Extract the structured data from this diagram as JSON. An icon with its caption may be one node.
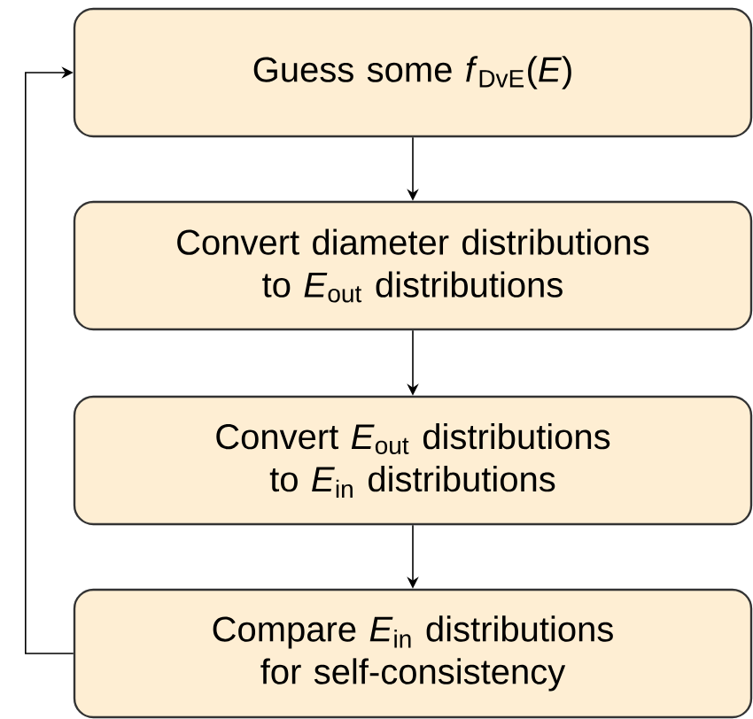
{
  "diagram": {
    "nodes": [
      {
        "text": [
          "Guess some *f*$_{DvE}$(*E*)"
        ]
      },
      {
        "text": [
          "Convert diameter distributions to *E*$_{out}$ distributions"
        ]
      },
      {
        "text": [
          "Convert *E*$_{out}$ distributions to *E*$_{in}$ distributions"
        ]
      },
      {
        "text": [
          "Compare *E*$_{in}$ distributions for self-consistency"
        ]
      }
    ],
    "edges": [
      {
        "from": 0,
        "to": 1,
        "arrow": "to"
      },
      {
        "from": 1,
        "to": 2,
        "arrow": "to"
      },
      {
        "from": 2,
        "to": 3,
        "arrow": "to"
      },
      {
        "from": 3,
        "to": 0,
        "arrow": "to"
      }
    ]
  }
}
